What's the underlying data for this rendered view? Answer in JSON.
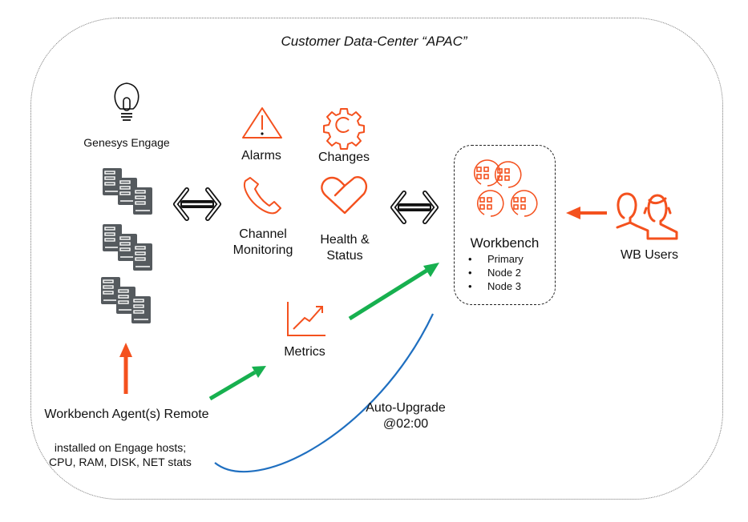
{
  "title": "Customer Data-Center “APAC”",
  "colors": {
    "accent_orange": "#F4511E",
    "arrow_green": "#17B04F",
    "curve_blue": "#1F6FC0",
    "icon_gray": "#555A5E"
  },
  "genesys": {
    "label": "Genesys Engage",
    "icon": "lightbulb-icon",
    "server_icon": "server-stack-icon"
  },
  "features": {
    "alarms": {
      "label": "Alarms",
      "icon": "warning-triangle-icon"
    },
    "changes": {
      "label": "Changes",
      "icon": "gear-icon"
    },
    "channel": {
      "label_line1": "Channel",
      "label_line2": "Monitoring",
      "icon": "phone-icon"
    },
    "health": {
      "label_line1": "Health &",
      "label_line2": "Status",
      "icon": "heart-icon"
    },
    "metrics": {
      "label": "Metrics",
      "icon": "chart-line-icon"
    }
  },
  "workbench": {
    "title": "Workbench",
    "icon": "cluster-nodes-icon",
    "nodes": [
      "Primary",
      "Node 2",
      "Node 3"
    ]
  },
  "users": {
    "label": "WB Users",
    "icon": "users-icon"
  },
  "agent": {
    "label": "Workbench Agent(s) Remote",
    "note_line1": "installed on Engage hosts;",
    "note_line2": "CPU, RAM, DISK, NET stats"
  },
  "upgrade": {
    "label_line1": "Auto-Upgrade",
    "label_line2": "@02:00"
  }
}
